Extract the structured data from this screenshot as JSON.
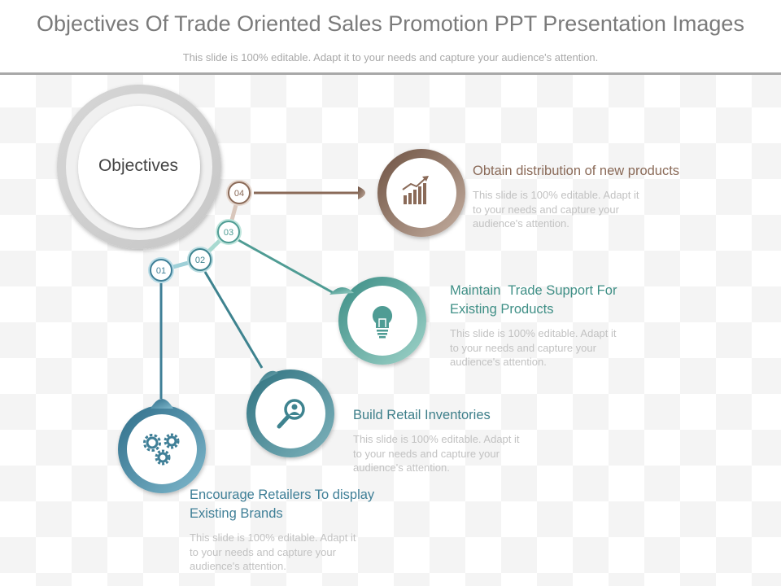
{
  "header": {
    "title": "Objectives Of Trade Oriented Sales Promotion PPT Presentation Images",
    "subtitle": "This slide is 100% editable. Adapt it to your needs and capture your audience's attention."
  },
  "hub": {
    "label": "Objectives"
  },
  "steps": [
    {
      "number": "01",
      "icon": "gears-icon",
      "color": "#3f7f97",
      "heading_line1": "Encourage Retailers To display",
      "heading_line2": "Existing Brands",
      "desc_line1": "This slide is 100% editable. Adapt it",
      "desc_line2": "to your needs and capture your",
      "desc_line3": "audience's attention."
    },
    {
      "number": "02",
      "icon": "magnifier-person-icon",
      "color": "#3e838f",
      "heading_line1": "Build Retail Inventories",
      "heading_line2": "",
      "desc_line1": "This slide is 100% editable. Adapt it",
      "desc_line2": "to your needs and capture your",
      "desc_line3": "audience's attention."
    },
    {
      "number": "03",
      "icon": "lightbulb-icon",
      "color": "#4f9c94",
      "heading_line1": "Maintain  Trade Support For",
      "heading_line2": "Existing Products",
      "desc_line1": "This slide is 100% editable. Adapt it",
      "desc_line2": "to your needs and capture your",
      "desc_line3": "audience's attention."
    },
    {
      "number": "04",
      "icon": "growth-chart-icon",
      "color": "#8a6a58",
      "heading_line1": "Obtain distribution of new products",
      "heading_line2": "",
      "desc_line1": "This slide is 100% editable. Adapt it",
      "desc_line2": "to your needs and capture your",
      "desc_line3": "audience's attention."
    }
  ]
}
